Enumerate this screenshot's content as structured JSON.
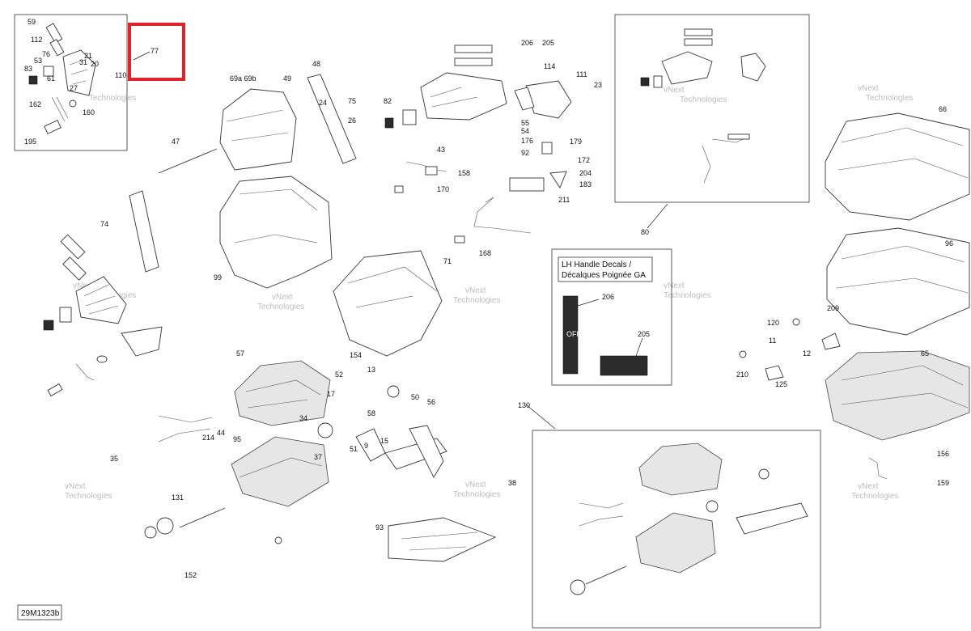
{
  "diagram": {
    "reference_code": "29M1323b",
    "highlight_label": "77",
    "decal_box": {
      "title_line1": "LH Handle Decals /",
      "title_line2": "Décalques Poignée GA",
      "label_a": "206",
      "label_b": "205"
    },
    "watermark_line1": "vNext",
    "watermark_line2": "Technologies",
    "callouts": [
      "59",
      "112",
      "21",
      "31",
      "20",
      "76",
      "53",
      "83",
      "61",
      "27",
      "110",
      "162",
      "160",
      "195",
      "69a 69b",
      "49",
      "48",
      "24",
      "75",
      "26",
      "47",
      "99",
      "74",
      "71",
      "57",
      "154",
      "52",
      "13",
      "50",
      "56",
      "17",
      "58",
      "15",
      "51",
      "9",
      "37",
      "34",
      "95",
      "44",
      "214",
      "35",
      "131",
      "152",
      "93",
      "38",
      "206",
      "205",
      "114",
      "111",
      "23",
      "82",
      "176",
      "179",
      "54",
      "55",
      "92",
      "204",
      "172",
      "170",
      "158",
      "183",
      "211",
      "168",
      "43",
      "80",
      "66",
      "96",
      "209",
      "120",
      "11",
      "12",
      "125",
      "210",
      "65",
      "156",
      "159",
      "130"
    ],
    "colors": {
      "highlight_box": "#e0242b",
      "line": "#222222"
    }
  }
}
